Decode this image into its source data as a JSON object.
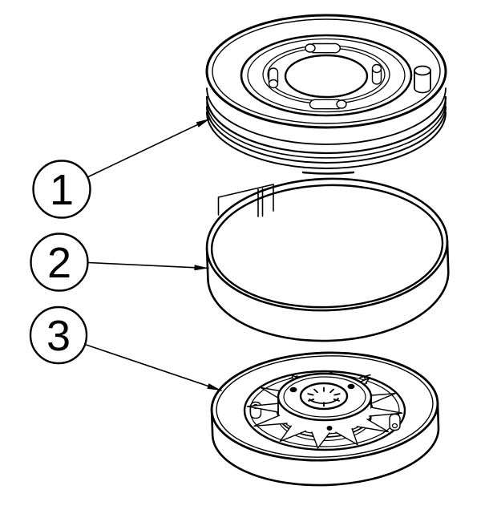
{
  "diagram": {
    "type": "exploded-assembly-line-drawing",
    "background_color": "#ffffff",
    "line_color": "#000000",
    "balloons": [
      {
        "label": "1"
      },
      {
        "label": "2"
      },
      {
        "label": "3"
      }
    ]
  }
}
